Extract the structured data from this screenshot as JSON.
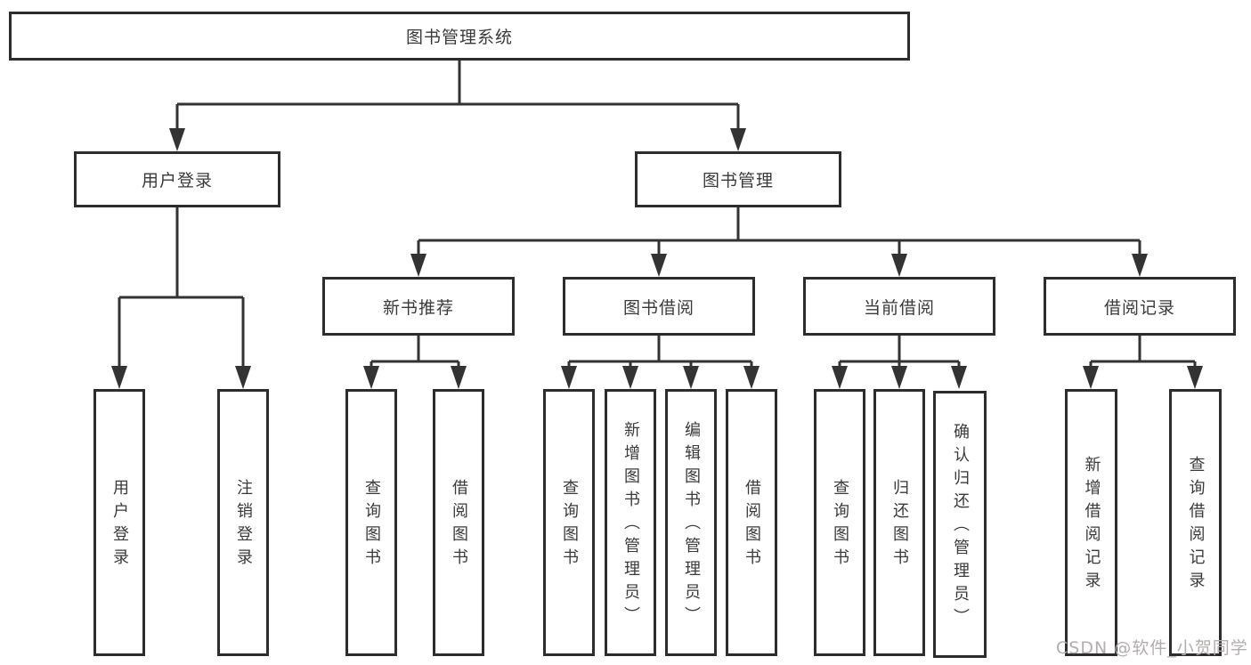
{
  "tree": {
    "root": "图书管理系统",
    "branches": [
      {
        "label": "用户登录",
        "leaves": [
          "用户登录",
          "注销登录"
        ]
      },
      {
        "label": "图书管理",
        "groups": [
          {
            "label": "新书推荐",
            "leaves": [
              "查询图书",
              "借阅图书"
            ]
          },
          {
            "label": "图书借阅",
            "leaves": [
              "查询图书",
              "新增图书（管理员）",
              "编辑图书（管理员）",
              "借阅图书"
            ]
          },
          {
            "label": "当前借阅",
            "leaves": [
              "查询图书",
              "归还图书",
              "确认归还（管理员）"
            ]
          },
          {
            "label": "借阅记录",
            "leaves": [
              "新增借阅记录",
              "查询借阅记录"
            ]
          }
        ]
      }
    ]
  },
  "watermark": {
    "text": "CSDN @软件_小贺同学"
  },
  "colors": {
    "line": "#333333",
    "box_border": "#2d2d2d",
    "text": "#3a3a3a",
    "watermark": "#b3aeae",
    "background": "#ffffff"
  }
}
